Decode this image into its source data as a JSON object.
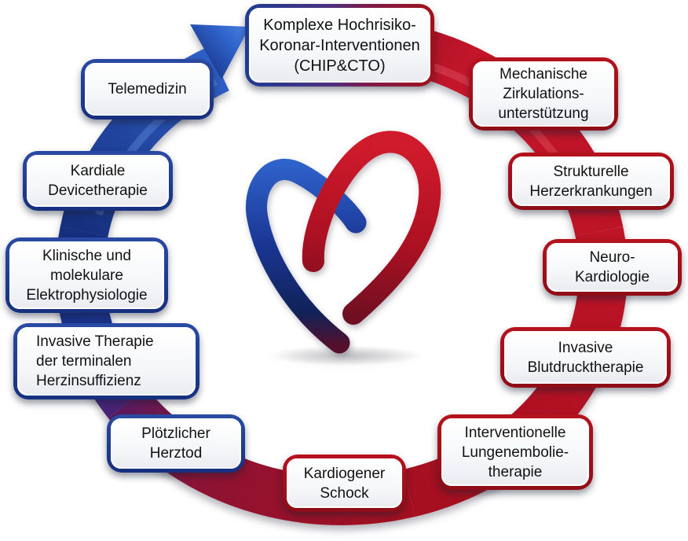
{
  "nodes": [
    {
      "id": "chip-cto",
      "label": "Komplexe Hochrisiko-\nKoronar-Interventionen\n(CHIP&CTO)",
      "position": "top",
      "border": "blue-red-gradient"
    },
    {
      "id": "mechanische-zirkulationsunterstuetzung",
      "label": "Mechanische\nZirkulations-\nunterstützung",
      "position": "upper-right",
      "border": "red"
    },
    {
      "id": "strukturelle-herzerkrankungen",
      "label": "Strukturelle\nHerzerkrankungen",
      "position": "right",
      "border": "red"
    },
    {
      "id": "neuro-kardiologie",
      "label": "Neuro-\nKardiologie",
      "position": "right",
      "border": "red"
    },
    {
      "id": "invasive-blutdrucktherapie",
      "label": "Invasive\nBlutdrucktherapie",
      "position": "lower-right",
      "border": "red"
    },
    {
      "id": "interventionelle-lungenembolietherapie",
      "label": "Interventionelle\nLungenembolie-\ntherapie",
      "position": "bottom-right",
      "border": "red"
    },
    {
      "id": "kardiogener-schock",
      "label": "Kardiogener\nSchock",
      "position": "bottom",
      "border": "red"
    },
    {
      "id": "ploetzlicher-herztod",
      "label": "Plötzlicher\nHerztod",
      "position": "bottom-left",
      "border": "blue"
    },
    {
      "id": "invasive-therapie-terminale-herzinsuffizienz",
      "label": "Invasive Therapie\nder terminalen\nHerzinsuffizienz",
      "position": "lower-left",
      "border": "blue"
    },
    {
      "id": "klinische-molekulare-elektrophysiologie",
      "label": "Klinische und\nmolekulare\nElektrophysiologie",
      "position": "left",
      "border": "blue"
    },
    {
      "id": "kardiale-devicetherapie",
      "label": "Kardiale\nDevicetherapie",
      "position": "upper-left",
      "border": "blue"
    },
    {
      "id": "telemedizin",
      "label": "Telemedizin",
      "position": "top-left",
      "border": "blue"
    }
  ],
  "flow": {
    "direction": "clockwise",
    "blue_segment": "bottom-left to top (left half)",
    "red_segment": "top to bottom-left (right half)"
  },
  "icons": {
    "center": "heart-ribbon-logo",
    "ring": "circular-ribbon-arrow",
    "arrowhead": "blue-arrow-head"
  },
  "colors": {
    "blue_border": "#1d3a8f",
    "red_border": "#a21119",
    "band_blue": "#1a3694",
    "band_red": "#b5111f",
    "heart_blue": "#1a3694",
    "heart_red": "#c0122a",
    "text": "#121212",
    "background": "#ffffff"
  }
}
